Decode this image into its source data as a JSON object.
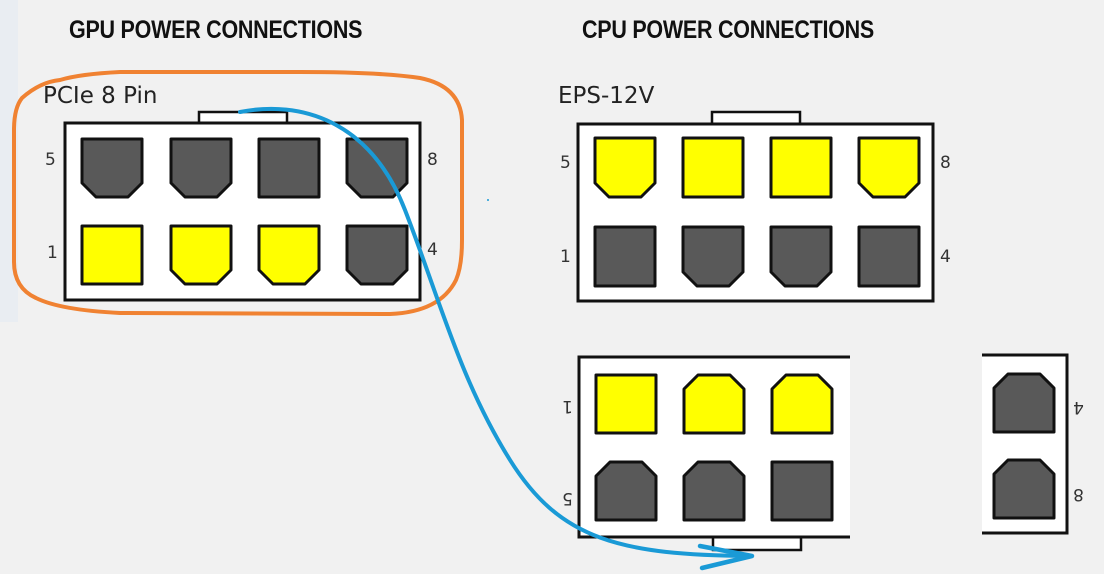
{
  "gpu_section": {
    "heading": "GPU POWER CONNECTIONS",
    "connector": {
      "label": "PCIe 8 Pin",
      "pin_labels": {
        "top_left": "5",
        "top_right": "8",
        "bottom_left": "1",
        "bottom_right": "4"
      },
      "top_row": [
        {
          "pin": 5,
          "color": "ground",
          "shape": "clipped"
        },
        {
          "pin": 6,
          "color": "ground",
          "shape": "clipped"
        },
        {
          "pin": 7,
          "color": "ground",
          "shape": "square"
        },
        {
          "pin": 8,
          "color": "ground",
          "shape": "clipped"
        }
      ],
      "bottom_row": [
        {
          "pin": 1,
          "color": "power",
          "shape": "square"
        },
        {
          "pin": 2,
          "color": "power",
          "shape": "clipped"
        },
        {
          "pin": 3,
          "color": "power",
          "shape": "clipped"
        },
        {
          "pin": 4,
          "color": "ground",
          "shape": "clipped"
        }
      ],
      "highlighted": true
    }
  },
  "cpu_section": {
    "heading": "CPU POWER CONNECTIONS",
    "eps_connector": {
      "label": "EPS-12V",
      "pin_labels": {
        "top_left": "5",
        "top_right": "8",
        "bottom_left": "1",
        "bottom_right": "4"
      },
      "top_row": [
        {
          "pin": 5,
          "color": "power",
          "shape": "clipped"
        },
        {
          "pin": 6,
          "color": "power",
          "shape": "square"
        },
        {
          "pin": 7,
          "color": "power",
          "shape": "square"
        },
        {
          "pin": 8,
          "color": "power",
          "shape": "clipped"
        }
      ],
      "bottom_row": [
        {
          "pin": 1,
          "color": "ground",
          "shape": "square"
        },
        {
          "pin": 2,
          "color": "ground",
          "shape": "clipped"
        },
        {
          "pin": 3,
          "color": "ground",
          "shape": "clipped"
        },
        {
          "pin": 4,
          "color": "ground",
          "shape": "clipped_alt_square"
        }
      ]
    },
    "rotated_connector": {
      "pin_labels": {
        "left_top": "1",
        "left_bottom": "5"
      },
      "top_row": [
        {
          "color": "power",
          "shape": "square"
        },
        {
          "color": "power",
          "shape": "clipped_top"
        },
        {
          "color": "power",
          "shape": "clipped_top"
        }
      ],
      "bottom_row": [
        {
          "color": "ground",
          "shape": "clipped_top"
        },
        {
          "color": "ground",
          "shape": "clipped_top"
        },
        {
          "color": "ground",
          "shape": "square"
        }
      ]
    },
    "rotated_fragment": {
      "pin_labels": {
        "right_top": "4",
        "right_bottom": "8"
      },
      "pins": [
        {
          "color": "ground",
          "shape": "clipped_top"
        },
        {
          "color": "ground",
          "shape": "clipped_top"
        }
      ]
    }
  },
  "colors": {
    "power": "#ffff00",
    "ground": "#595959",
    "highlight": "#f08232",
    "arrow": "#1a9ad6",
    "connector_body": "#ffffff",
    "outline": "#111111"
  }
}
